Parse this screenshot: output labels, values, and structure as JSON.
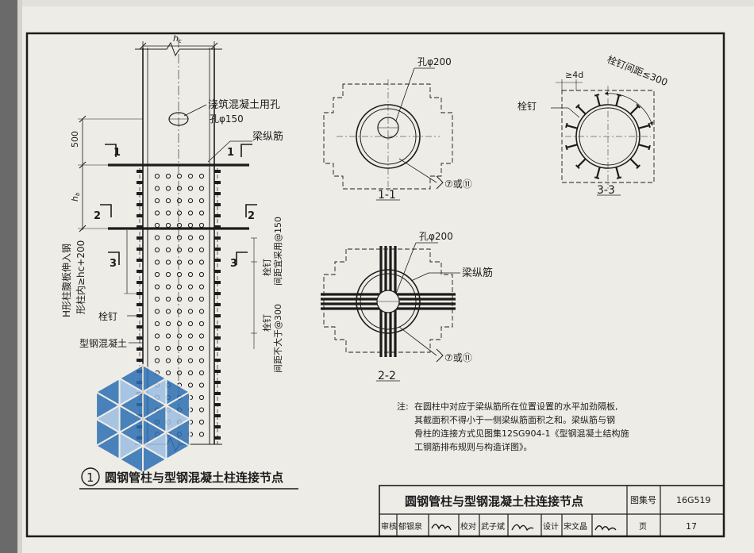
{
  "drawing": {
    "dim_hc": "h",
    "dim_hc_sub": "c",
    "dim_500": "500",
    "dim_hb": "h",
    "dim_hb_sub": "b",
    "label_pour_hole": "浇筑混凝土用孔",
    "label_pour_hole_size": "孔φ150",
    "label_beam_bar": "梁纵筋",
    "label_web_extend": "H形柱腹板伸入钢",
    "label_web_extend2": "形柱内≥hc+200",
    "label_stud": "栓钉",
    "label_src": "型钢混凝土",
    "label_stud_top": "栓钉",
    "label_stud_top_spacing": "间距宜采用@150",
    "label_stud_bot": "栓钉",
    "label_stud_bot_spacing": "间距不大于@300",
    "section_cut_1": "1",
    "section_cut_2": "2",
    "section_cut_3": "3",
    "sec11_hole": "孔φ200",
    "sec11_ref": "⑦或⑪",
    "sec11_title": "1-1",
    "sec33_spacing": "栓钉间距≤300",
    "sec33_4d": "≥4d",
    "sec33_stud": "栓钉",
    "sec33_title": "3-3",
    "sec22_hole": "孔φ200",
    "sec22_beam_bar": "梁纵筋",
    "sec22_ref": "⑦或⑪",
    "sec22_title": "2-2",
    "note_label": "注:",
    "note_lines": [
      "在圆柱中对应于梁纵筋所在位置设置的水平加劲隔板,",
      "其截面积不得小于一侧梁纵筋面积之和。梁纵筋与钢",
      "骨柱的连接方式见图集12SG904-1《型钢混凝土结构施",
      "工钢筋排布规则与构造详图》。"
    ],
    "detail_number": "1",
    "detail_caption": "圆钢管柱与型钢混凝土柱连接节点"
  },
  "title_block": {
    "title": "圆钢管柱与型钢混凝土柱连接节点",
    "atlas_label": "图集号",
    "atlas_number": "16G519",
    "row": [
      "审核",
      "郁银泉",
      "校对",
      "武子斌",
      "设计",
      "宋文晶",
      "页"
    ],
    "page_number": "17"
  },
  "colors": {
    "ink": "#1c1c1c",
    "paper": "#eeece6",
    "watermark": "#2d6fb4",
    "watermark_light": "#9bbfe3"
  }
}
